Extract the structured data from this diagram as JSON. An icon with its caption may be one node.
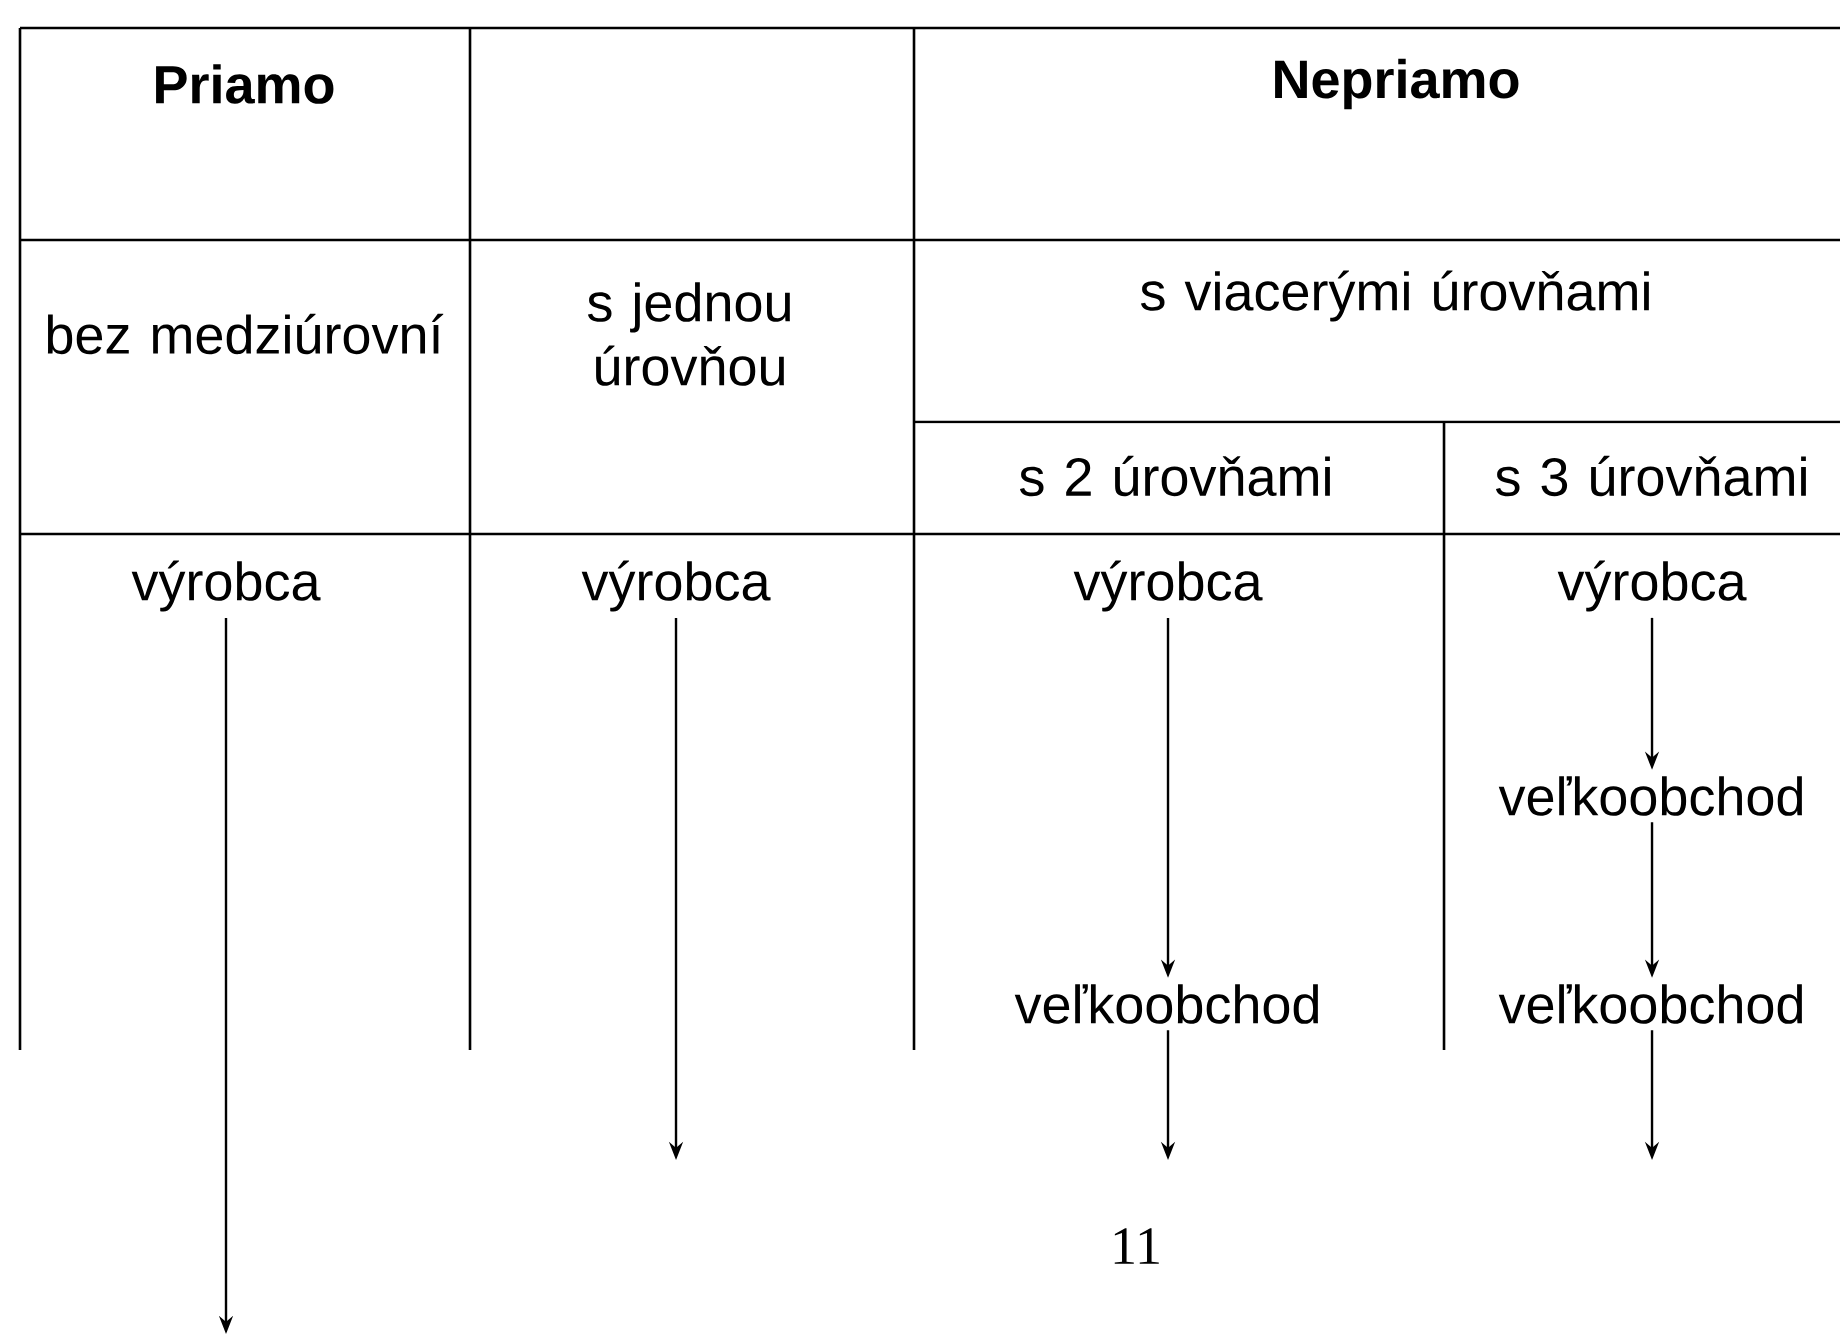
{
  "diagram": {
    "nodes": [
      {
        "text": [
          "výrobca"
        ]
      },
      {
        "text": [
          "výrobca"
        ]
      },
      {
        "text": [
          "výrobca"
        ]
      },
      {
        "text": [
          "výrobca"
        ]
      },
      {
        "text": [
          "veľkoobchod"
        ]
      },
      {
        "text": [
          "veľkoobchod"
        ]
      },
      {
        "text": [
          "veľkoobchod"
        ]
      }
    ],
    "edges": [
      {
        "from": 0,
        "to": null,
        "arrow": "to"
      },
      {
        "from": 1,
        "to": null,
        "arrow": "to"
      },
      {
        "from": 2,
        "to": 5,
        "arrow": "to"
      },
      {
        "from": 5,
        "to": null,
        "arrow": "to"
      },
      {
        "from": 3,
        "to": 4,
        "arrow": "to"
      },
      {
        "from": 4,
        "to": 6,
        "arrow": "to"
      },
      {
        "from": 6,
        "to": null,
        "arrow": "to"
      }
    ],
    "labels": [
      "Priamo",
      "Nepriamo",
      "bez medziúrovní",
      "s jednou úrovňou",
      "s viacerými úrovňami",
      "s 2 úrovňami",
      "s 3 úrovňami",
      "11"
    ]
  }
}
